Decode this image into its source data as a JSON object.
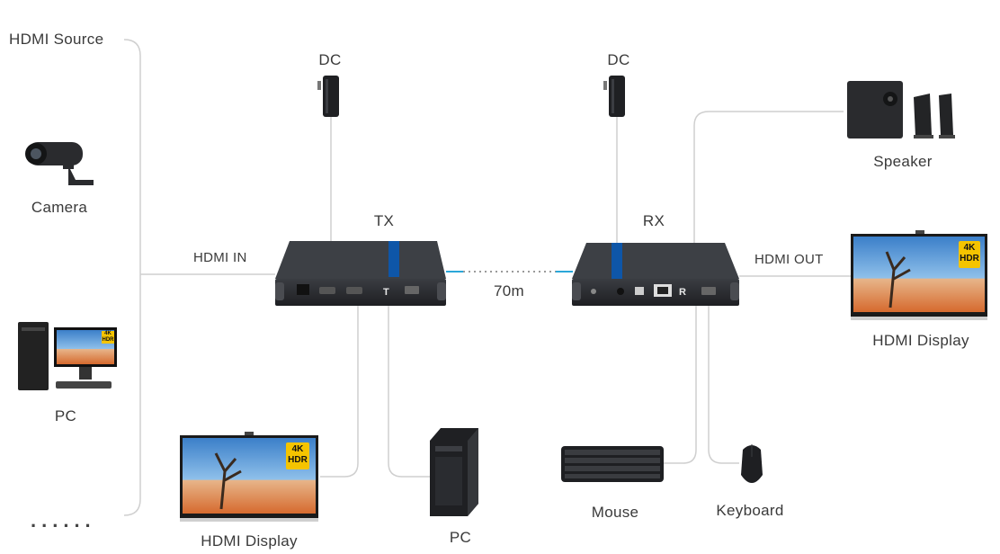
{
  "labels": {
    "hdmi_source": "HDMI Source",
    "camera": "Camera",
    "pc_left": "PC",
    "more": "......",
    "dc_tx": "DC",
    "dc_rx": "DC",
    "tx": "TX",
    "rx": "RX",
    "hdmi_in": "HDMI IN",
    "hdmi_out": "HDMI OUT",
    "distance": "70m",
    "speaker": "Speaker",
    "hdmi_display_right": "HDMI Display",
    "hdmi_display_bottom": "HDMI Display",
    "pc_bottom": "PC",
    "mouse": "Mouse",
    "keyboard": "Keyboard",
    "badge_4k": "4K",
    "badge_hdr": "HDR"
  },
  "colors": {
    "line": "#cfcfcf",
    "device": "#2b2d30",
    "accent_blue": "#2aa7d9"
  }
}
